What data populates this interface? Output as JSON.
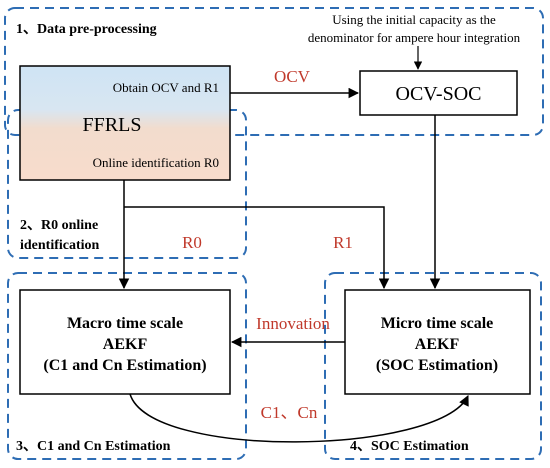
{
  "colors": {
    "dashed_border": "#2e6db4",
    "edge_label": "#c0392b",
    "ffrls_top": "#cfe4f4",
    "ffrls_bottom": "#f8dccc"
  },
  "regions": {
    "preprocessing": "1、Data pre-processing",
    "r0_online_line1": "2、R0 online",
    "r0_online_line2": "identification",
    "c1_cn_estimation": "3、C1 and Cn Estimation",
    "soc_estimation": "4、SOC Estimation"
  },
  "note": {
    "line1": "Using the initial capacity as the",
    "line2": "denominator for ampere hour integration"
  },
  "nodes": {
    "ffrls": {
      "top_label": "Obtain OCV and R1",
      "title": "FFRLS",
      "bottom_label": "Online identification R0"
    },
    "ocv_soc": {
      "label": "OCV-SOC"
    },
    "macro": {
      "line1": "Macro time scale",
      "line2": "AEKF",
      "line3": "(C1 and Cn Estimation)"
    },
    "micro": {
      "line1": "Micro time scale",
      "line2": "AEKF",
      "line3": "(SOC Estimation)"
    }
  },
  "edges": {
    "ocv": "OCV",
    "r0": "R0",
    "r1": "R1",
    "innovation": "Innovation",
    "c1_cn": "C1、Cn"
  }
}
